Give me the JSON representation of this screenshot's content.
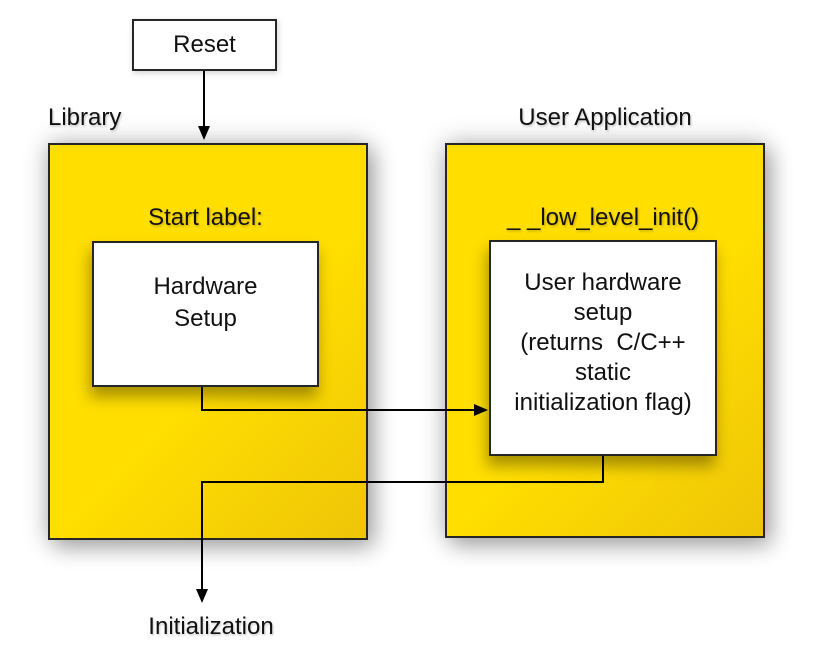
{
  "diagram": {
    "reset": {
      "label": "Reset"
    },
    "library": {
      "title": "Library",
      "start_label": "Start label:",
      "hardware_box": {
        "lines": [
          "Hardware",
          "Setup"
        ]
      }
    },
    "user_application": {
      "title": "User Application",
      "function_label": "_ _low_level_init()",
      "hardware_box": {
        "lines": [
          "User hardware",
          "setup",
          "(returns  C/C++",
          "static",
          "initialization flag)"
        ]
      }
    },
    "initialization_label": "Initialization",
    "colors": {
      "panel_yellow": "#FFDE00",
      "panel_yellow_dark": "#EEC508",
      "border": "#262626",
      "line": "#000000"
    }
  }
}
